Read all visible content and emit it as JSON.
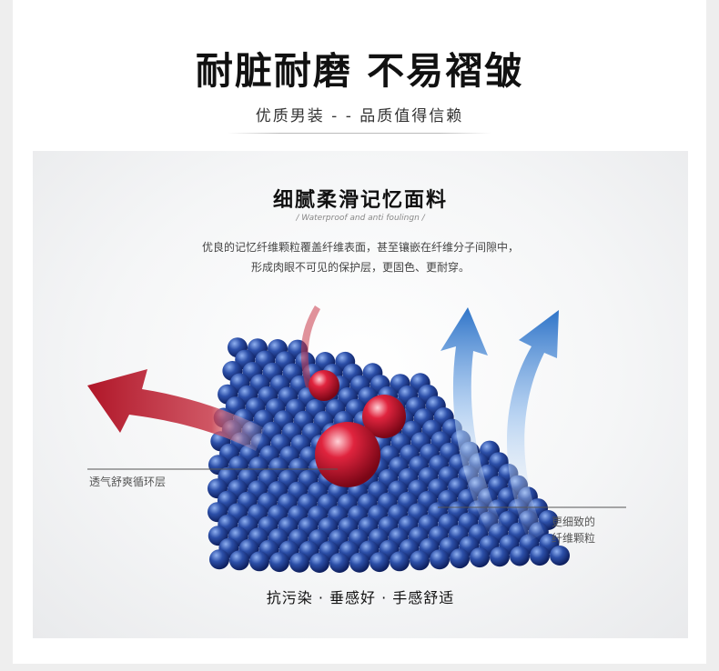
{
  "header": {
    "headline": "耐脏耐磨  不易褶皱",
    "subline": "优质男装 - - 品质值得信赖"
  },
  "panel": {
    "title": "细腻柔滑记忆面料",
    "tagline": "/ Waterproof and anti foulingn /",
    "description": [
      "优良的记忆纤维颗粒覆盖纤维表面，甚至镶嵌在纤维分子间隙中，",
      "形成肉眼不可见的保护层，更固色、更耐穿。"
    ],
    "callout_left": "透气舒爽循环层",
    "callout_right": [
      "更细致的",
      "纤维颗粒"
    ],
    "footer": "抗污染 · 垂感好 · 手感舒适"
  },
  "colors": {
    "fiber_blue": "#2c4fa8",
    "droplet_red": "#c8102e",
    "arrow_red": "#b01628",
    "arrow_blue": "#3a7fd0"
  }
}
